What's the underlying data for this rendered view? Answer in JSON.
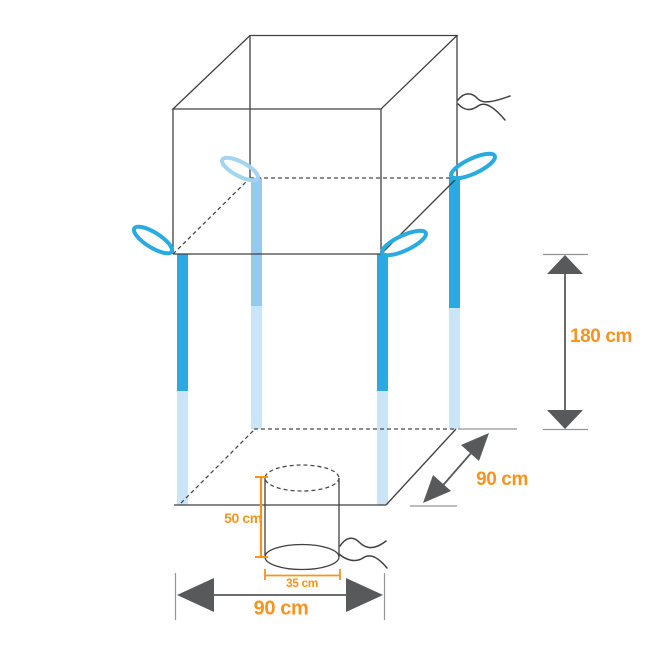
{
  "diagram": {
    "dimensions": {
      "height": "180 cm",
      "depth": "90 cm",
      "width": "90 cm",
      "spout_height": "50 cm",
      "spout_diameter": "35 cm"
    },
    "colors": {
      "strap_blue": "#29ABE2",
      "strap_blue_muted": "#92CCEC",
      "strap_blue_pale": "#C9E5F7",
      "loop_blue_light": "#A3D4F0",
      "dimension_orange": "#F7941D",
      "arrow_gray": "#58595B",
      "line_gray": "#414042"
    }
  }
}
